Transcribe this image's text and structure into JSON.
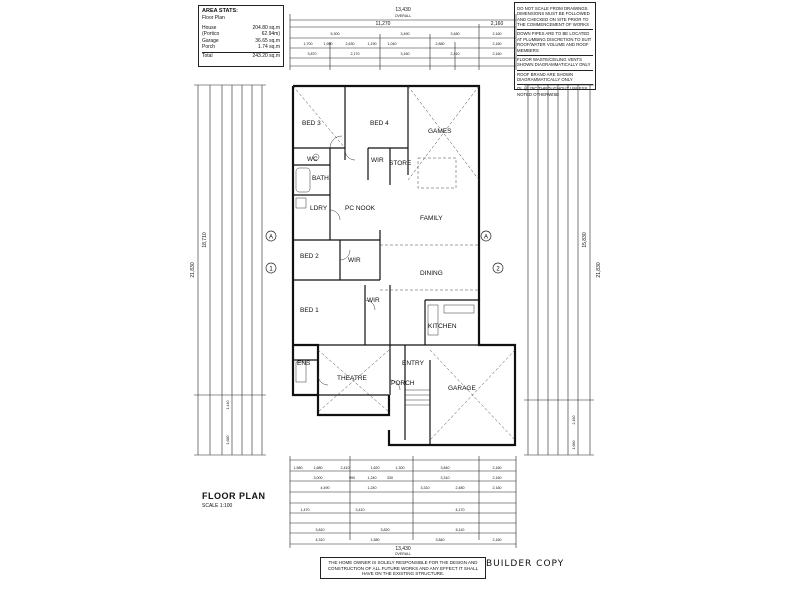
{
  "area_stats": {
    "heading": "AREA STATS:",
    "subheading": "Floor Plan",
    "rows": [
      {
        "label": "House",
        "value": "204.80 sq.m"
      },
      {
        "label": "(Portico",
        "value": "62.94m)"
      },
      {
        "label": "Garage",
        "value": "36.65 sq.m"
      },
      {
        "label": "Porch",
        "value": "1.74 sq.m"
      },
      {
        "label": "Total",
        "value": "243.20 sq.m"
      }
    ]
  },
  "notes": [
    "Do not scale from drawings. Dimensions must be followed and checked on site prior to the commencement of works",
    "Down pipes are to be located at plumbing discretion to suit roof/water volume and roof members",
    "Floor waste/ceiling vents shown diagrammatically only",
    "Roof brand are shown diagrammatically only",
    "Ol @ 25c throughout unless noted otherwise"
  ],
  "rooms": {
    "bed3": "BED 3",
    "bed4": "BED 4",
    "games": "GAMES",
    "wir_top": "WIR",
    "store": "STORE",
    "wc": "WC",
    "bath": "BATH",
    "ldry": "LDRY",
    "pc_nook": "PC NOOK",
    "family": "FAMILY",
    "bed2": "BED 2",
    "wir_mid": "WIR",
    "dining": "DINING",
    "bed1": "BED 1",
    "wir_bottom": "WIR",
    "kitchen": "KITCHEN",
    "ens": "ENS",
    "entry": "ENTRY",
    "theatre": "THEATRE",
    "porch": "PORCH",
    "garage": "GARAGE"
  },
  "dimensions": {
    "overall_width": "13,430",
    "overall_label": "OVERALL",
    "top_seg_a": "11,270",
    "top_seg_b": "2,160",
    "top_row2": [
      "5,300",
      "3,490",
      "3,480",
      "2,160"
    ],
    "top_row3": [
      "1,700",
      "1,980",
      "2,630",
      "1,190",
      "1,040",
      "2,880",
      "2,160"
    ],
    "top_row4": [
      "3,870",
      "2,170",
      "3,160",
      "2,410",
      "2,160"
    ],
    "left_total": "21,830",
    "left_sub": "18,710",
    "right_total": "21,830",
    "right_sub": "15,830",
    "bottom_row1": [
      "1,680",
      "2,410",
      "1,620",
      "1,300",
      "3,840",
      "2,160"
    ],
    "bottom_row2": [
      "3,000",
      "950",
      "1,240",
      "330",
      "3,310",
      "2,160"
    ],
    "bottom_row3": [
      "4,490",
      "1,240",
      "3,310",
      "2,480",
      "2,160"
    ],
    "bottom_row4": [
      "1,470",
      "3,410",
      "4,170"
    ],
    "bottom_row5": [
      "3,810",
      "3,820",
      "6,110"
    ],
    "bottom_row6": [
      "4,310",
      "1,580",
      "3,840",
      "2,160"
    ],
    "bottom_overall": "13,430",
    "bottom_overall_label": "OVERALL",
    "bottom_left_first": "1,580",
    "left_bottom": [
      "1,440",
      "1,680"
    ],
    "right_bottom": [
      "2,160",
      "1,660"
    ]
  },
  "markers": {
    "a": "A",
    "one": "1",
    "two": "2"
  },
  "plan_title": "FLOOR PLAN",
  "plan_scale": "SCALE 1:100",
  "disclaimer": "The home owner is solely responsible for the design and construction of all future works and any effect it shall have on the existing structure.",
  "builder_copy": "BUILDER COPY"
}
